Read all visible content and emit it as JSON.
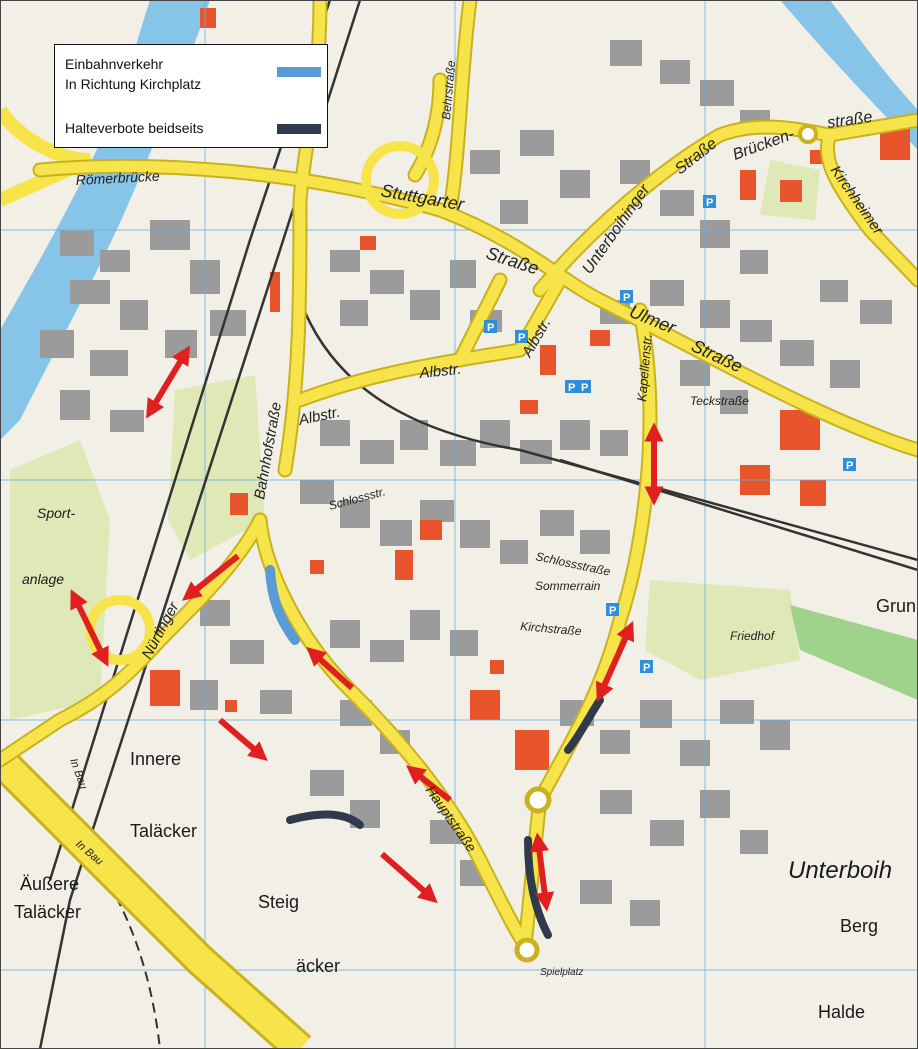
{
  "legend": {
    "one_way_label_line1": "Einbahnverkehr",
    "one_way_label_line2": "In Richtung Kirchplatz",
    "one_way_color": "#5b9bd5",
    "no_stopping_label": "Halteverbote beidseits",
    "no_stopping_color": "#2f3a4c"
  },
  "colors": {
    "main_road": "#f7e44a",
    "road_edge": "#c9b21d",
    "river": "#86c5e8",
    "park": "#dfe9b8",
    "building": "#9a9a9a",
    "landmark": "#e8542c",
    "arrow": "#e02020",
    "grid": "#6ab0e0",
    "parking": "#2f8fd8"
  },
  "places": {
    "innere": "Innere",
    "talacker": "Taläcker",
    "aussere": "Äußere",
    "talacker2": "Taläcker",
    "steig": "Steig",
    "acker": "äcker",
    "unterboihingen": "Unterboih",
    "berg": "Berg",
    "halde": "Halde",
    "sport1": "Sport-",
    "sport2": "anlage",
    "grun": "Grun"
  },
  "streets": {
    "romerbrucke": "Römerbrücke",
    "stuttgarter": "Stuttgarter",
    "strasse1": "Straße",
    "ulmer": "Ulmer",
    "strasse2": "Straße",
    "albstr1": "Albstr.",
    "albstr2": "Albstr.",
    "albstr3": "Albstr.",
    "bahnhofstrasse": "Bahnhofstraße",
    "unterboihinger": "Unterboihinger",
    "strasse3": "Straße",
    "brucken": "Brücken-",
    "strasse4": "straße",
    "kirchheimer": "Kirchheimer",
    "nurtinger": "Nürtinger",
    "kapellenstr": "Kapellenstr.",
    "hauptstrasse": "Hauptstraße",
    "schlossstrasse": "Schlossstraße",
    "sommerrain": "Sommerrain",
    "kirchstrasse": "Kirchstraße",
    "behrstrasse": "Behrstraße",
    "teckstrasse": "Teckstraße",
    "schlossstr": "Schlossstr.",
    "friedhof": "Friedhof",
    "spielplatz": "Spielplatz",
    "inbau1": "In Bau",
    "inbau2": "In Bau"
  },
  "markers": {
    "parking": "P"
  }
}
